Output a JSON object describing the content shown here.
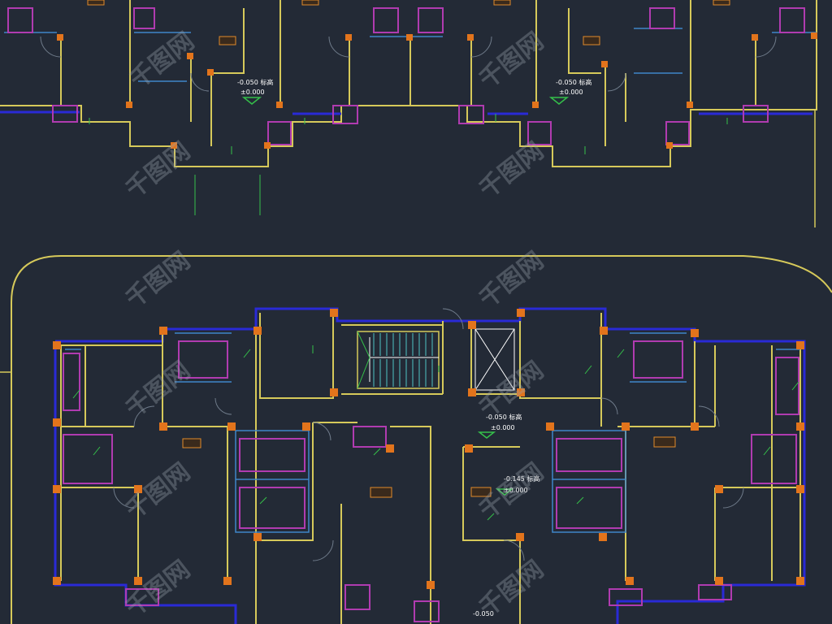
{
  "drawing": {
    "background": "#232a36",
    "colors": {
      "wall": "#d6c95a",
      "inner": "#3f86c9",
      "blue": "#2a2ad6",
      "magenta": "#b03bb0",
      "column": "#e2741c",
      "green": "#35c04a",
      "cyan": "#4fc4c4",
      "white": "#ffffff",
      "room_label": "#e08a2a"
    },
    "elevations_top": [
      {
        "line1": "-0.050 标高",
        "line2": "±0.000"
      },
      {
        "line1": "-0.050 标高",
        "line2": "±0.000"
      }
    ],
    "elevations_bottom": [
      {
        "line1": "-0.050 标高",
        "line2": "±0.000"
      },
      {
        "line1": "-0.145 标高",
        "line2": "±0.000"
      },
      {
        "line1": "-0.050"
      }
    ],
    "watermark": "千图网"
  }
}
